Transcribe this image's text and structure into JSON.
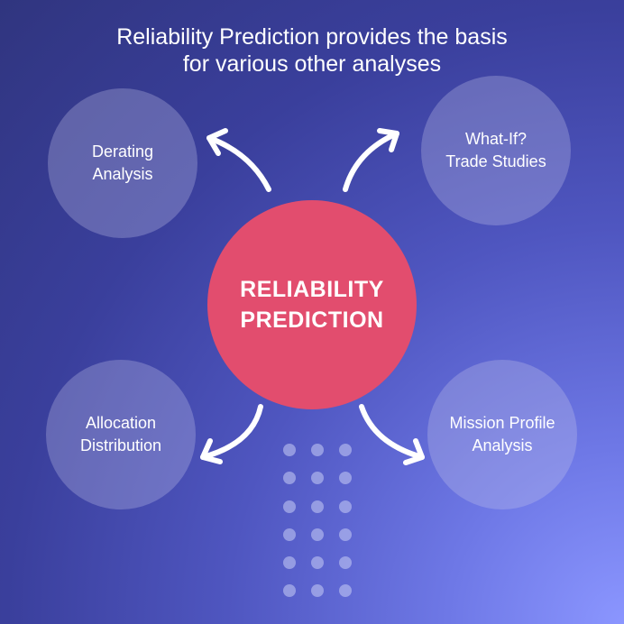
{
  "title": {
    "line1": "Reliability Prediction provides the basis",
    "line2": "for various other analyses"
  },
  "hub": {
    "line1": "RELIABILITY",
    "line2": "PREDICTION",
    "color": "#e24d6e"
  },
  "satellites": [
    {
      "line1": "Derating",
      "line2": "Analysis"
    },
    {
      "line1": "What-If?",
      "line2": "Trade Studies"
    },
    {
      "line1": "Allocation",
      "line2": "Distribution"
    },
    {
      "line1": "Mission Profile",
      "line2": "Analysis"
    }
  ]
}
